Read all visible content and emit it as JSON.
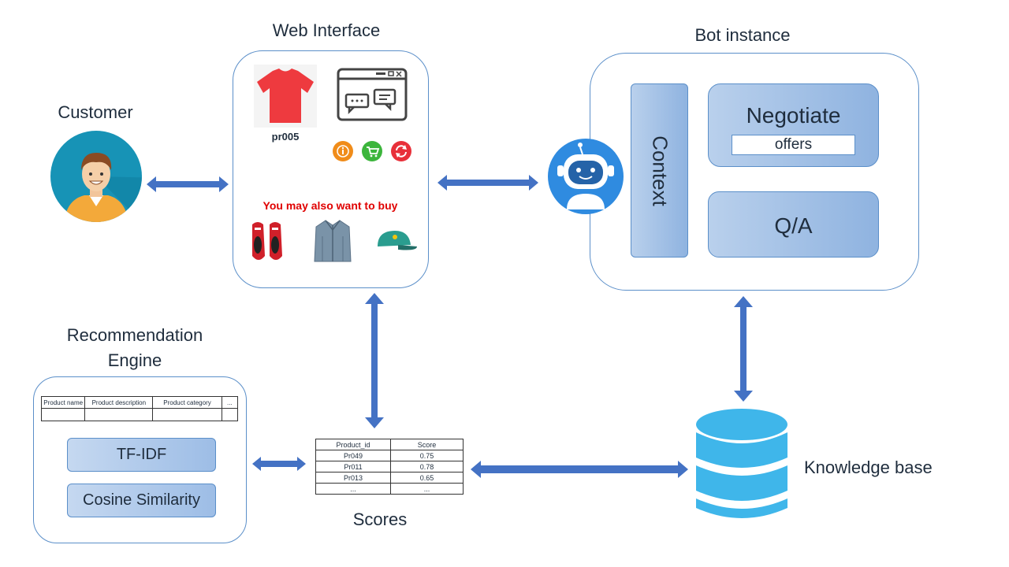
{
  "customer": {
    "title": "Customer"
  },
  "web_interface": {
    "title": "Web Interface",
    "product_code": "pr005",
    "recommend_text": "You may also want to buy"
  },
  "bot_instance": {
    "title": "Bot instance",
    "context_label": "Context",
    "negotiate_label": "Negotiate",
    "offers_label": "offers",
    "qa_label": "Q/A"
  },
  "recommendation_engine": {
    "title_line1": "Recommendation",
    "title_line2": "Engine",
    "table_headers": [
      "Product name",
      "Product description",
      "Product category",
      "..."
    ],
    "tfidf_label": "TF-IDF",
    "cosine_label": "Cosine Similarity"
  },
  "scores": {
    "title": "Scores",
    "headers": [
      "Product_id",
      "Score"
    ],
    "rows": [
      [
        "Pr049",
        "0.75"
      ],
      [
        "Pr011",
        "0.78"
      ],
      [
        "Pr013",
        "0.65"
      ],
      [
        "...",
        "..."
      ]
    ]
  },
  "knowledge_base": {
    "title": "Knowledge base"
  },
  "colors": {
    "arrow": "#4472c4",
    "panel_border": "#5b8fc9",
    "database": "#3fb6ea",
    "red_text": "#e00000"
  }
}
